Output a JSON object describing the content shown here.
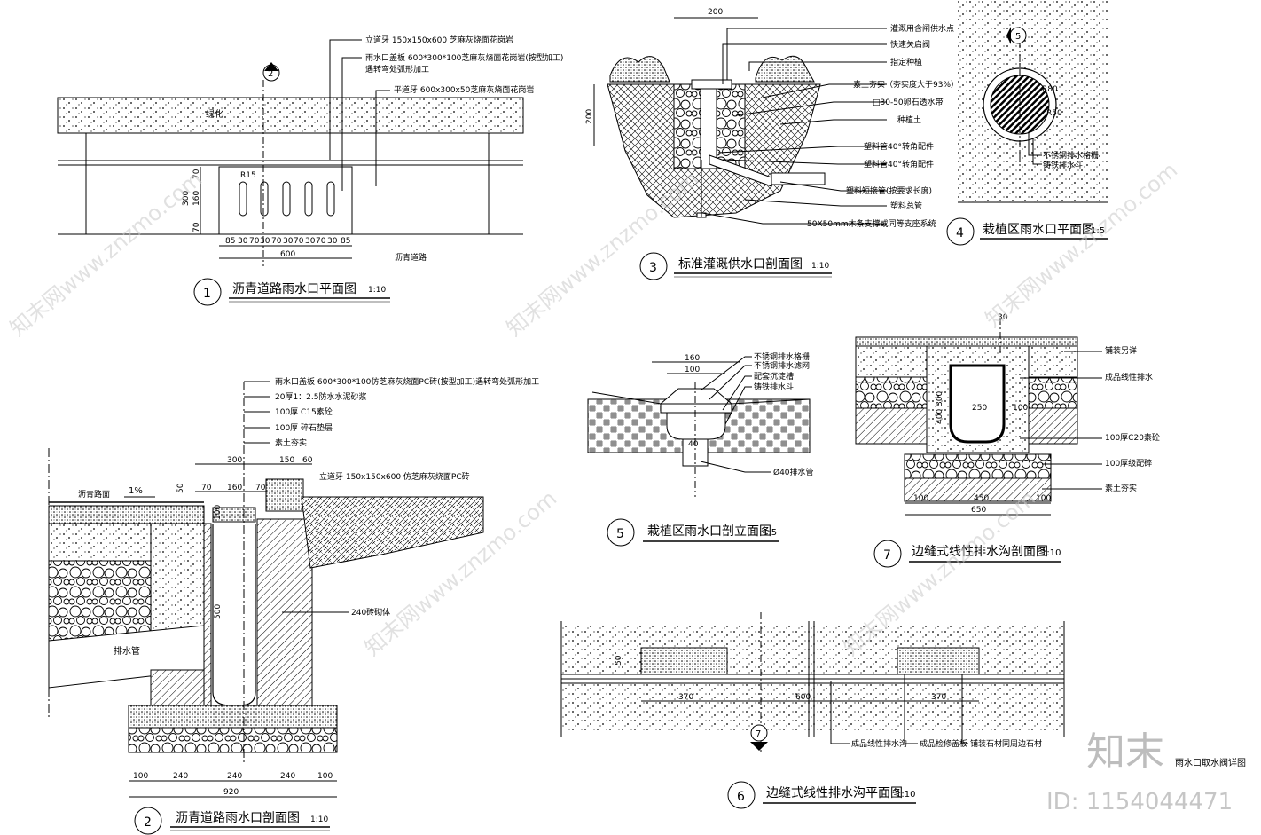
{
  "sheet": {
    "title": "雨水口取水阀详图",
    "watermark_logo": "知末",
    "watermark_id": "ID: 1154044471",
    "watermark_text": "知末网www.znzmo.com"
  },
  "detail1": {
    "num": "1",
    "title": "沥青道路雨水口平面图",
    "scale": "1:10",
    "section_mark": "2",
    "callouts": [
      "立道牙 150x150x600 芝麻灰烧面花岗岩",
      "雨水口盖板 600*300*100芝麻灰烧面花岗岩(按型加工)",
      "遇转弯处弧形加工",
      "平道牙 600x300x50芝麻灰烧面花岗岩"
    ],
    "label_green": "绿化",
    "label_road": "沥青道路",
    "radius": "R15",
    "dims_left": [
      "70",
      "160",
      "70"
    ],
    "dim_total_left": "300",
    "dims_bottom": [
      "85",
      "30",
      "70",
      "30",
      "70",
      "30",
      "70",
      "30",
      "70",
      "30",
      "85"
    ],
    "dim_total_bottom": "600"
  },
  "detail2": {
    "num": "2",
    "title": "沥青道路雨水口剖面图",
    "scale": "1:10",
    "callouts": [
      "雨水口盖板 600*300*100仿芝麻灰烧面PC砖(按型加工)遇转弯处弧形加工",
      "20厚1：2.5防水水泥砂浆",
      "100厚 C15素砼",
      "100厚 碎石垫层",
      "素土夯实"
    ],
    "curb": "立道牙 150x150x600 仿芝麻灰烧面PC砖",
    "road": "沥青路面",
    "slope": "1%",
    "pipe": "排水管",
    "wall": "240砖砌体",
    "depth": "500",
    "top_dims": [
      "300",
      "150",
      "60"
    ],
    "mid_dims": [
      "70",
      "160",
      "70"
    ],
    "small_dims": [
      "50",
      "100"
    ],
    "bottom_dims": [
      "100",
      "240",
      "240",
      "240",
      "100"
    ],
    "bottom_total": "920"
  },
  "detail3": {
    "num": "3",
    "title": "标准灌溉供水口剖面图",
    "scale": "1:10",
    "width_dim": "200",
    "height_dim": "200",
    "callouts": [
      "灌溉用含闸供水点",
      "快速关启阀",
      "指定种植",
      "素土夯实（夯实度大于93%）",
      "□30-50卵石透水带",
      "种植土",
      "塑料管40°转角配件",
      "塑料管40°转角配件",
      "塑料短接管(按要求长度)",
      "塑料总管",
      "50X50mm木条支撑或同等支座系统"
    ]
  },
  "detail4": {
    "num": "4",
    "title": "栽植区雨水口平面图",
    "scale": "1:5",
    "section_mark": "5",
    "r1": "R80",
    "r2": "R50",
    "callouts": [
      "不锈钢排水格栅",
      "铸铁排水斗"
    ]
  },
  "detail5": {
    "num": "5",
    "title": "栽植区雨水口剖立面图",
    "scale": "1:5",
    "dims_top": [
      "160",
      "100"
    ],
    "dim_pipe": "40",
    "callouts": [
      "不锈钢排水格栅",
      "不锈钢排水滤网",
      "配套沉淀槽",
      "铸铁排水斗"
    ],
    "pipe_label": "Ø40排水管"
  },
  "detail6": {
    "num": "6",
    "title": "边缝式线性排水沟平面图",
    "scale": "1:10",
    "section_mark": "7",
    "dims": [
      "370",
      "600",
      "370"
    ],
    "small_dim": "50",
    "callouts": [
      "成品线性排水沟",
      "成品检修盖板",
      "铺装石材同周边石材"
    ]
  },
  "detail7": {
    "num": "7",
    "title": "边缝式线性排水沟剖面图",
    "scale": "1:10",
    "dim_top": "30",
    "dims_left": [
      "300",
      "400"
    ],
    "dims_inner": [
      "250",
      "100"
    ],
    "dims_bottom": [
      "100",
      "450",
      "100"
    ],
    "dim_total": "650",
    "callouts": [
      "铺装另详",
      "成品线性排水",
      "100厚C20素砼",
      "100厚级配碎",
      "素土夯实"
    ]
  }
}
